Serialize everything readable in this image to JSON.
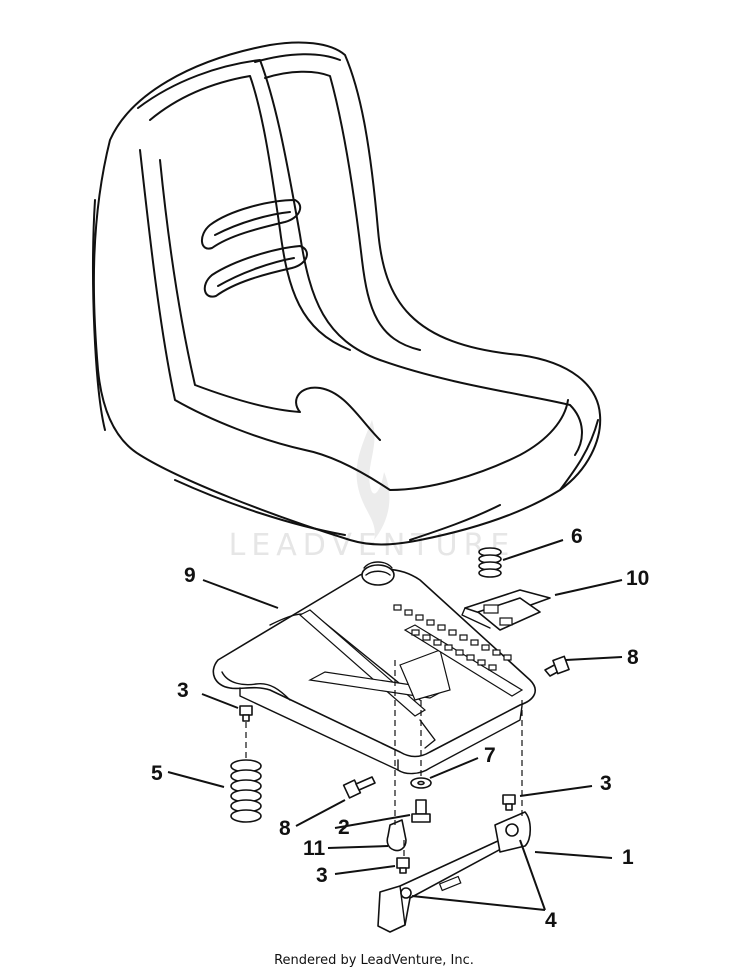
{
  "watermark": "LEADVENTURE",
  "footer": "Rendered by LeadVenture, Inc.",
  "callouts": {
    "c1": "1",
    "c2": "2",
    "c3a": "3",
    "c3b": "3",
    "c3c": "3",
    "c4": "4",
    "c5": "5",
    "c6": "6",
    "c7": "7",
    "c8a": "8",
    "c8b": "8",
    "c9": "9",
    "c10": "10",
    "c11": "11"
  }
}
